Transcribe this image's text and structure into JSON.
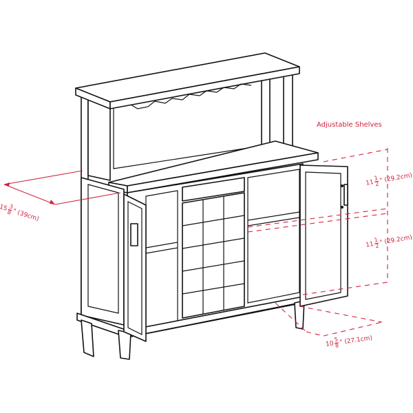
{
  "labels": {
    "adjustable_shelves": "Adjustable Shelves",
    "depth": {
      "whole": "15",
      "num": "3",
      "den": "8",
      "unit": "\"",
      "metric": "(39cm)"
    },
    "shelf_upper": {
      "whole": "11",
      "num": "1",
      "den": "2",
      "unit": "\"",
      "metric": "(29.2cm)"
    },
    "shelf_lower": {
      "whole": "11",
      "num": "1",
      "den": "2",
      "unit": "\"",
      "metric": "(29.2cm)"
    },
    "shelf_depth": {
      "whole": "10",
      "num": "5",
      "den": "8",
      "unit": "\"",
      "metric": "(27.1cm)"
    }
  },
  "colors": {
    "line": "#111111",
    "dimension": "#d3203a",
    "background": "#ffffff"
  }
}
